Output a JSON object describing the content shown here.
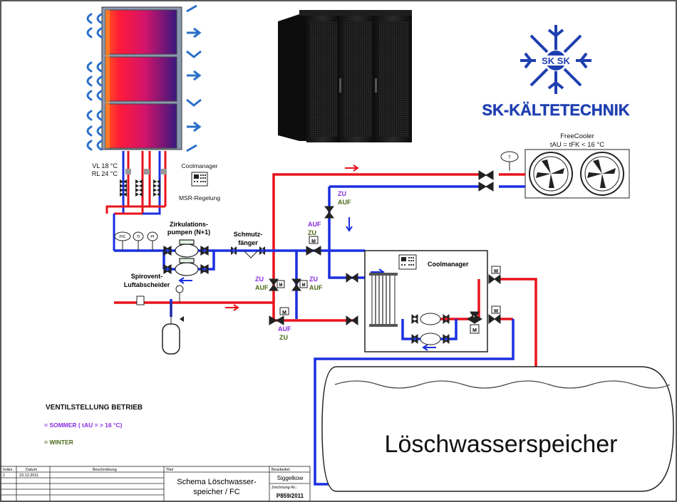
{
  "colors": {
    "supply": "#e8141c",
    "return": "#1a2fe0",
    "summer": "#8a2be2",
    "winter": "#4a6a1a",
    "logo": "#1e3fb0"
  },
  "logo": {
    "text": "SK-KÄLTETECHNIK"
  },
  "freecooler": {
    "title": "FreeCooler",
    "formula": "tAU = tFK < 16 °C",
    "sensor": "T"
  },
  "rack_temps": {
    "vl": "VL 18 °C",
    "rl": "RL 24 °C"
  },
  "coolmanager_top": {
    "title": "Coolmanager",
    "caption": "MSR-Regelung"
  },
  "pumps": {
    "label_line1": "Zirkulations-",
    "label_line2": "pumpen (N+1)"
  },
  "strainer": {
    "label_line1": "Schmutz-",
    "label_line2": "fänger"
  },
  "separator": {
    "label_line1": "Spirovent-",
    "label_line2": "Luftabscheider"
  },
  "gauges": [
    "PIC",
    "TI",
    "PI"
  ],
  "valves": {
    "v_top": {
      "line1": "ZU",
      "line2": "AUF"
    },
    "v_mid": {
      "line1": "AUF",
      "line2": "ZU"
    },
    "v_left": {
      "line1": "ZU",
      "line2": "AUF"
    },
    "v_right": {
      "line1": "ZU",
      "line2": "AUF"
    },
    "v_bottom": {
      "line1": "AUF",
      "line2": "ZU"
    },
    "motor": "M"
  },
  "coolmanager_box": {
    "title": "Coolmanager"
  },
  "tank": {
    "label": "Löschwasserspeicher"
  },
  "legend": {
    "title": "VENTILSTELLUNG BETRIEB",
    "summer": "= SOMMER ( tAU = > 16 °C)",
    "winter": "= WINTER"
  },
  "title_block": {
    "headers": {
      "index": "Index",
      "datum": "Datum",
      "beschreibung": "Beschreibung",
      "titel": "Titel",
      "bearbeitet": "Bearbeitet:",
      "zeichnung": "Zeichnung-Nr.:"
    },
    "row": {
      "index": "1",
      "datum": "23.12.2011"
    },
    "title_line1": "Schema Löschwasser-",
    "title_line2": "speicher / FC",
    "bearbeitet_value": "Siggelkow",
    "zeichnung_value": "P859/2011"
  }
}
